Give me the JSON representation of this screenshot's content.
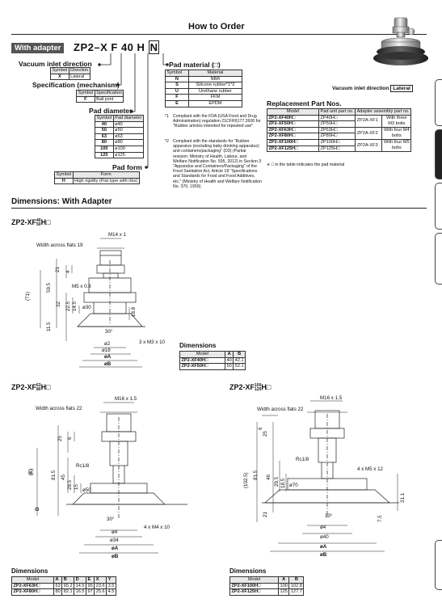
{
  "title": "How to Order",
  "order": {
    "with_adapter": "With adapter",
    "code_prefix": "ZP2",
    "dash": "–",
    "code_x": "X",
    "code_f": "F",
    "code_40": "40",
    "code_h": "H",
    "code_n": "N",
    "vacuum_inlet_label": "Vacuum inlet direction",
    "vacuum_table": {
      "headers": [
        "Symbol",
        "Direction"
      ],
      "rows": [
        [
          "X",
          "Lateral"
        ]
      ]
    },
    "spec_label": "Specification (mechanism)",
    "spec_table": {
      "headers": [
        "Symbol",
        "Specification"
      ],
      "rows": [
        [
          "F",
          "Ball joint"
        ]
      ]
    },
    "pad_diameter_label": "Pad diameter",
    "diameter_table": {
      "headers": [
        "Symbol",
        "Pad diameter"
      ],
      "rows": [
        [
          "40",
          "ø40"
        ],
        [
          "50",
          "ø50"
        ],
        [
          "63",
          "ø63"
        ],
        [
          "80",
          "ø80"
        ],
        [
          "100",
          "ø100"
        ],
        [
          "125",
          "ø125"
        ]
      ]
    },
    "pad_form_label": "Pad form",
    "form_table": {
      "headers": [
        "Symbol",
        "Form"
      ],
      "rows": [
        [
          "H",
          "High rigidity (Flat type with ribs)"
        ]
      ]
    },
    "pad_material_label": "Pad material (□)",
    "material_table": {
      "headers": [
        "Symbol",
        "Material"
      ],
      "rows": [
        [
          "N",
          "NBR"
        ],
        [
          "S",
          "Silicone rubber*1*2"
        ],
        [
          "U",
          "Urethane rubber"
        ],
        [
          "F",
          "FKM"
        ],
        [
          "E",
          "EPDM"
        ]
      ]
    },
    "note1_mark": "*1",
    "note1": "Compliant with the FDA (USA Food and Drug Administration) regulation 21CFR§177.2600 for \"Rubber articles intended for repeated use\"",
    "note2_mark": "*2",
    "note2": "Compliant with the standards for \"Rubber apparatus (excluding baby drinking apparatus) and containers/packaging\" (D3) (Partial revision: Ministry of Health, Labour, and Welfare Notification No. 595, 2012) in Section 3 \"Apparatus and Containers/Packaging\" of the Food Sanitation Act, Article 18 \"Specifications and Standards for Food and Food Additives, etc.\" (Ministry of Health and Welfare Notification No. 370, 1959)."
  },
  "photo_caption": "Vacuum inlet direction",
  "photo_caption_value": "Lateral",
  "replacement": {
    "title": "Replacement Part Nos.",
    "headers": [
      "Model",
      "Pad unit part no.",
      "Adapter assembly part no."
    ],
    "rows": [
      {
        "model": "ZP2-XF40H□",
        "pad": "ZP40H□"
      },
      {
        "model": "ZP2-XF50H□",
        "pad": "ZP50H□"
      },
      {
        "model": "ZP2-XF63H□",
        "pad": "ZP63H□"
      },
      {
        "model": "ZP2-XF80H□",
        "pad": "ZP80H□"
      },
      {
        "model": "ZP2-XF100H□",
        "pad": "ZP100H□"
      },
      {
        "model": "ZP2-XF125H□",
        "pad": "ZP125H□"
      }
    ],
    "groups": [
      {
        "adapter": "ZP2A-XF1",
        "desc": "With three M3 bolts"
      },
      {
        "adapter": "ZP2A-XF2",
        "desc": "With four M4 bolts"
      },
      {
        "adapter": "ZP2A-XF3",
        "desc": "With four M5 bolts"
      }
    ],
    "note": "∗ □ in the table indicates the pad material"
  },
  "dimensions_title": "Dimensions: With Adapter",
  "fig1": {
    "label_main": "ZP2-XF",
    "label_top": "40",
    "label_bot": "50",
    "label_end": "H□",
    "dims": {
      "m14": "M14 x 1",
      "waf": "Width across flats 19",
      "d21": "21",
      "d4": "4",
      "d595": "59.5",
      "d71": "(71)",
      "m5": "M5 x 0.8",
      "d32": "32",
      "d225": "22.5",
      "d145": "14.5",
      "o30": "ø30",
      "d188": "18.8",
      "d115": "11.5",
      "a30": "30°",
      "o2": "ø2",
      "o18": "ø18",
      "oa": "øA",
      "ob": "øB",
      "m3": "3 x M3 x 10"
    }
  },
  "dim_table1": {
    "title": "Dimensions",
    "headers": [
      "Model",
      "A",
      "B"
    ],
    "rows": [
      [
        "ZP2-XF40H□",
        "40",
        "42.1"
      ],
      [
        "ZP2-XF50H□",
        "50",
        "52.1"
      ]
    ]
  },
  "fig2": {
    "label_main": "ZP2-XF",
    "label_top": "63",
    "label_bot": "80",
    "label_end": "H□",
    "dims": {
      "m16": "M16 x 1.5",
      "waf": "Width across flats 22",
      "d25": "25",
      "d6": "6",
      "e": "(E)",
      "d815": "81.5",
      "rc": "Rc1/8",
      "d45": "45",
      "d285": "28.5",
      "d15": "15",
      "o50": "ø50",
      "d": "D",
      "a30": "30°",
      "o4": "ø4",
      "o34": "ø34",
      "oa": "øA",
      "ob": "øB",
      "m4": "4 x M4 x 10"
    }
  },
  "dim_table2": {
    "title": "Dimensions",
    "headers": [
      "Model",
      "A",
      "B",
      "D",
      "E",
      "X",
      "Y"
    ],
    "rows": [
      [
        "ZP2-XF63H□",
        "63",
        "65.2",
        "14.5",
        "95",
        "23.6",
        "3.5"
      ],
      [
        "ZP2-XF80H□",
        "80",
        "82.1",
        "16.5",
        "97",
        "25.6",
        "4.5"
      ]
    ]
  },
  "fig3": {
    "label_main": "ZP2-XF",
    "label_top": "100",
    "label_bot": "125",
    "label_end": "H□",
    "dims": {
      "m16": "M16 x 1.5",
      "waf": "Width across flats 22",
      "d25": "25",
      "d6": "6",
      "d1025": "(102.5)",
      "d815": "81.5",
      "rc": "Rc1/8",
      "d46": "46",
      "d295": "29.5",
      "d185": "18.5",
      "o70": "ø70",
      "d21": "21",
      "d311": "31.1",
      "d75": "7.5",
      "m5": "4 x M5 x 12",
      "a30": "30°",
      "o4": "ø4",
      "o40": "ø40",
      "oa": "øA",
      "ob": "øB"
    }
  },
  "dim_table3": {
    "title": "Dimensions",
    "headers": [
      "Model",
      "A",
      "B"
    ],
    "rows": [
      [
        "ZP2-XF100H□",
        "100",
        "102.8"
      ],
      [
        "ZP2-XF125H□",
        "125",
        "127.7"
      ]
    ]
  }
}
